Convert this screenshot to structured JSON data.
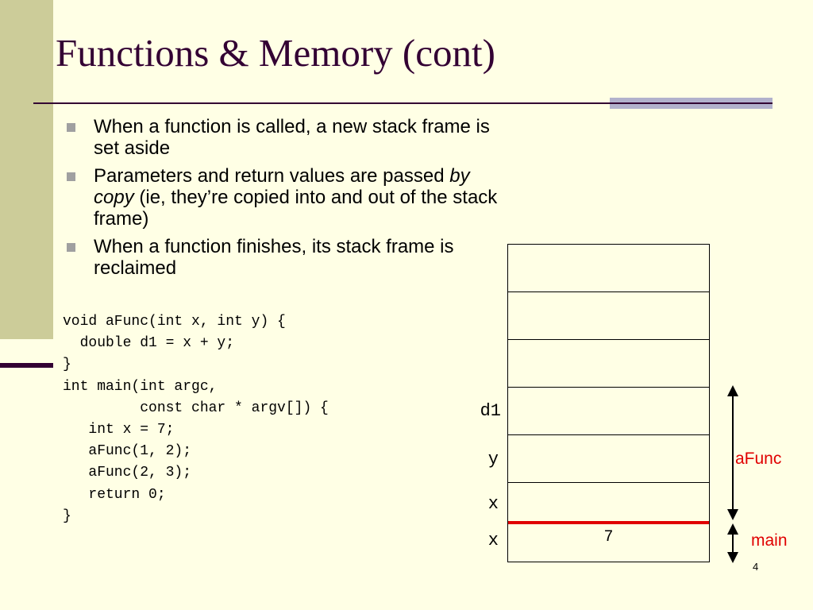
{
  "slide": {
    "title": "Functions & Memory (cont)",
    "page_number": "4"
  },
  "bullets": [
    {
      "text": "When a function is called, a new stack frame is set aside"
    },
    {
      "text_before": "Parameters and return values are passed ",
      "text_italic": "by copy",
      "text_after": " (ie, they’re copied into and out of the stack frame)"
    },
    {
      "text": "When a function finishes, its stack frame is reclaimed"
    }
  ],
  "code_lines": [
    "void aFunc(int x, int y) {",
    "  double d1 = x + y;",
    "}",
    "int main(int argc,",
    "         const char * argv[]) {",
    "   int x = 7;",
    "   aFunc(1, 2);",
    "   aFunc(2, 3);",
    "   return 0;",
    "}"
  ],
  "stack_diagram": {
    "variable_labels": [
      "d1",
      "y",
      "x",
      "x"
    ],
    "main_x_value": "7",
    "frames": [
      {
        "name": "aFunc"
      },
      {
        "name": "main"
      }
    ],
    "colors": {
      "frame_boundary": "#E00000",
      "frame_label": "#E00000"
    }
  },
  "colors": {
    "background": "#FFFFE5",
    "sidebar": "#CCCC99",
    "title": "#330033",
    "rule_accent": "#B2B2CC",
    "bullet": "#A0A0A0"
  }
}
